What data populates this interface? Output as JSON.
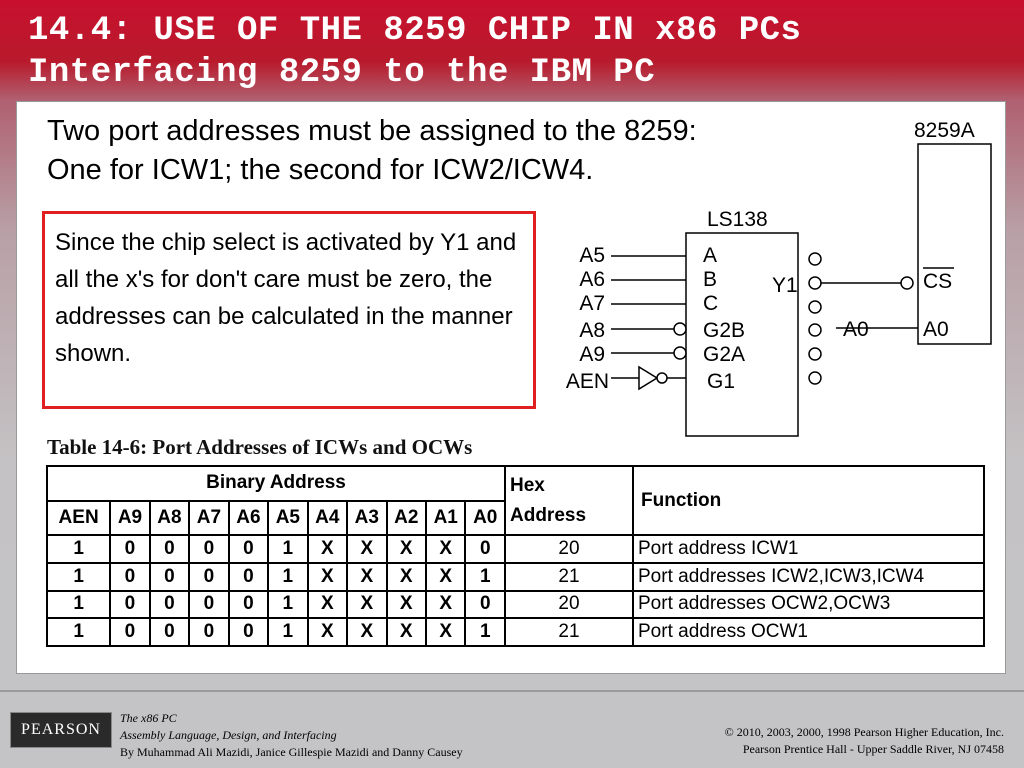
{
  "title": {
    "line1": "14.4: USE OF THE 8259 CHIP IN x86 PCs",
    "line2": "Interfacing 8259 to the IBM PC"
  },
  "intro": {
    "line1": "Two port addresses must be assigned to the 8259:",
    "line2": "One for ICW1; the second for ICW2/ICW4."
  },
  "note": "Since the chip select is activated by Y1 and all the x's for don't care must be zero, the addresses can be calculated in the manner shown.",
  "circuit": {
    "chip_8259_label": "8259A",
    "decoder_label": "LS138",
    "inputs_left": [
      "A5",
      "A6",
      "A7",
      "A8",
      "A9",
      "AEN"
    ],
    "decoder_pins": [
      "A",
      "B",
      "C",
      "G2B",
      "G2A",
      "G1"
    ],
    "decoder_output": "Y1",
    "cs_pin": "CS",
    "a0_signal": "A0",
    "a0_pin": "A0"
  },
  "table": {
    "caption": "Table 14-6: Port Addresses of ICWs and OCWs",
    "header_binary": "Binary Address",
    "header_hex_line1": "Hex",
    "header_hex_line2": "Address",
    "header_function": "Function",
    "bit_headers": [
      "AEN",
      "A9",
      "A8",
      "A7",
      "A6",
      "A5",
      "A4",
      "A3",
      "A2",
      "A1",
      "A0"
    ],
    "rows": [
      {
        "bits": [
          "1",
          "0",
          "0",
          "0",
          "0",
          "1",
          "X",
          "X",
          "X",
          "X",
          "0"
        ],
        "hex": "20",
        "function": "Port address ICW1"
      },
      {
        "bits": [
          "1",
          "0",
          "0",
          "0",
          "0",
          "1",
          "X",
          "X",
          "X",
          "X",
          "1"
        ],
        "hex": "21",
        "function": "Port addresses ICW2,ICW3,ICW4"
      },
      {
        "bits": [
          "1",
          "0",
          "0",
          "0",
          "0",
          "1",
          "X",
          "X",
          "X",
          "X",
          "0"
        ],
        "hex": "20",
        "function": "Port addresses OCW2,OCW3"
      },
      {
        "bits": [
          "1",
          "0",
          "0",
          "0",
          "0",
          "1",
          "X",
          "X",
          "X",
          "X",
          "1"
        ],
        "hex": "21",
        "function": "Port address OCW1"
      }
    ]
  },
  "footer": {
    "logo": "PEARSON",
    "book_title": "The x86 PC",
    "book_subtitle": "Assembly Language, Design, and Interfacing",
    "authors": "By Muhammad Ali Mazidi, Janice Gillespie Mazidi and Danny Causey",
    "copyright": "© 2010, 2003, 2000, 1998 Pearson Higher Education, Inc.",
    "publisher": "Pearson Prentice Hall - Upper Saddle River, NJ 07458"
  },
  "colors": {
    "title_bar": "#c8102e",
    "note_border": "#e02020"
  }
}
